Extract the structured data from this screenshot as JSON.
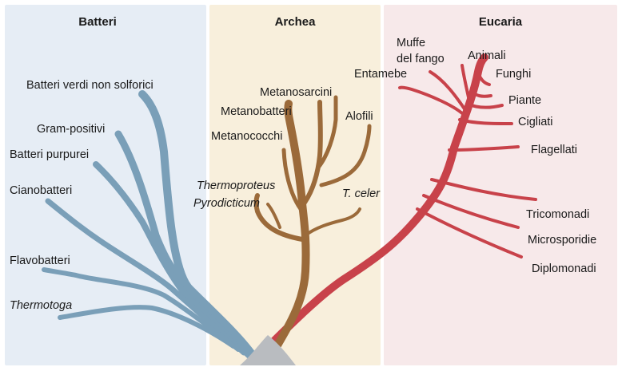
{
  "colors": {
    "bacteria_panel": "#e6edf5",
    "archaea_panel": "#f8efdc",
    "eukarya_panel": "#f7e9ea",
    "bacteria_branch": "#7a9fb8",
    "archaea_branch": "#9b6a3a",
    "eukarya_branch": "#c8424a",
    "root": "#b9bcc0"
  },
  "domains": {
    "bacteria": {
      "title": "Batteri",
      "taxa": [
        {
          "label": "Batteri verdi non solforici",
          "italic": false
        },
        {
          "label": "Gram-positivi",
          "italic": false
        },
        {
          "label": "Batteri purpurei",
          "italic": false
        },
        {
          "label": "Cianobatteri",
          "italic": false
        },
        {
          "label": "Flavobatteri",
          "italic": false
        },
        {
          "label": "Thermotoga",
          "italic": true
        }
      ]
    },
    "archaea": {
      "title": "Archea",
      "taxa": [
        {
          "label": "Metanosarcini",
          "italic": false
        },
        {
          "label": "Metanobatteri",
          "italic": false
        },
        {
          "label": "Alofili",
          "italic": false
        },
        {
          "label": "Metanococchi",
          "italic": false
        },
        {
          "label": "Thermoproteus",
          "italic": true
        },
        {
          "label": "Pyrodicticum",
          "italic": true
        },
        {
          "label": "T. celer",
          "italic": true
        }
      ]
    },
    "eukarya": {
      "title": "Eucaria",
      "taxa": [
        {
          "label": "Muffe",
          "italic": false
        },
        {
          "label": "del fango",
          "italic": false
        },
        {
          "label": "Animali",
          "italic": false
        },
        {
          "label": "Entamebe",
          "italic": false
        },
        {
          "label": "Funghi",
          "italic": false
        },
        {
          "label": "Piante",
          "italic": false
        },
        {
          "label": "Cigliati",
          "italic": false
        },
        {
          "label": "Flagellati",
          "italic": false
        },
        {
          "label": "Tricomonadi",
          "italic": false
        },
        {
          "label": "Microsporidie",
          "italic": false
        },
        {
          "label": "Diplomonadi",
          "italic": false
        }
      ]
    }
  }
}
